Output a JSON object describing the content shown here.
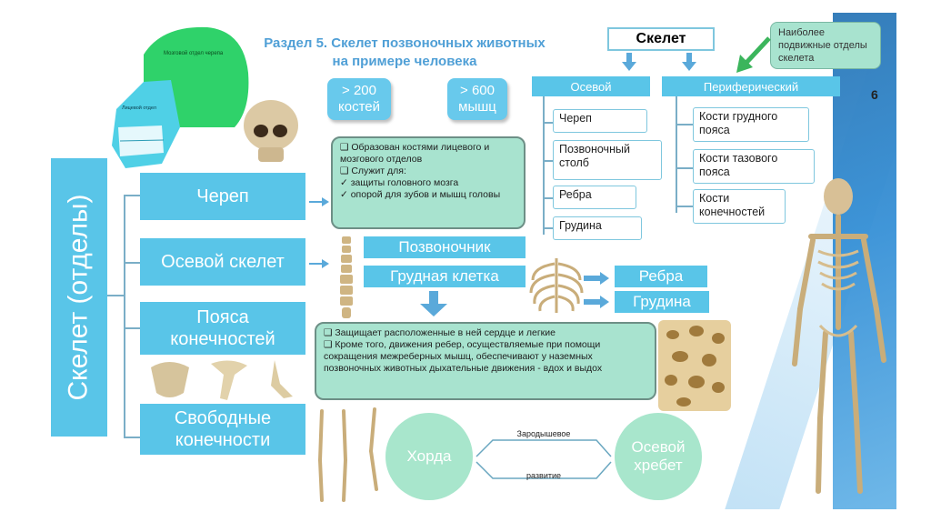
{
  "header": {
    "title_line1": "Раздел 5. Скелет позвоночных животных",
    "title_line2": "на примере человека",
    "page_number": "6"
  },
  "skull_labels": {
    "cranial": "Мозговой отдел черепа",
    "facial": "Лицевой отдел"
  },
  "stats": {
    "bones": "> 200 костей",
    "muscles": "> 600 мышц"
  },
  "skeleton_tree": {
    "root": "Скелет",
    "note": "Наиболее подвижные отделы скелета",
    "axial": {
      "label": "Осевой",
      "items": [
        "Череп",
        "Позвоночный столб",
        "Ребра",
        "Грудина"
      ]
    },
    "peripheral": {
      "label": "Периферический",
      "items": [
        "Кости грудного пояса",
        "Кости тазового пояса",
        "Кости конечностей"
      ]
    }
  },
  "sections": {
    "vertical_label": "Скелет (отделы)",
    "items": [
      "Череп",
      "Осевой скелет",
      "Пояса конечностей",
      "Свободные конечности"
    ]
  },
  "skull_info": {
    "bullet1": "Образован костями лицевого и мозгового отделов",
    "bullet2": "Служит для:",
    "check1": "защиты головного мозга",
    "check2": "опорой для зубов и мышц головы"
  },
  "axial_parts": {
    "spine": "Позвоночник",
    "chest": "Грудная клетка",
    "ribs": "Ребра",
    "sternum": "Грудина"
  },
  "chest_info": {
    "bullet1": "Защищает расположенные в ней сердце и легкие",
    "bullet2": "Кроме того, движения ребер, осуществляемые при помощи сокращения межреберных мышц, обеспечивают у наземных позвоночных животных дыхательные движения - вдох и выдох"
  },
  "evolution": {
    "from": "Хорда",
    "to": "Осевой хребет",
    "top_label": "Зародышевое",
    "bottom_label": "развитие"
  },
  "colors": {
    "accent_blue": "#59c5e8",
    "green_box": "#a8e3cf",
    "title_blue": "#4f9fd6"
  }
}
